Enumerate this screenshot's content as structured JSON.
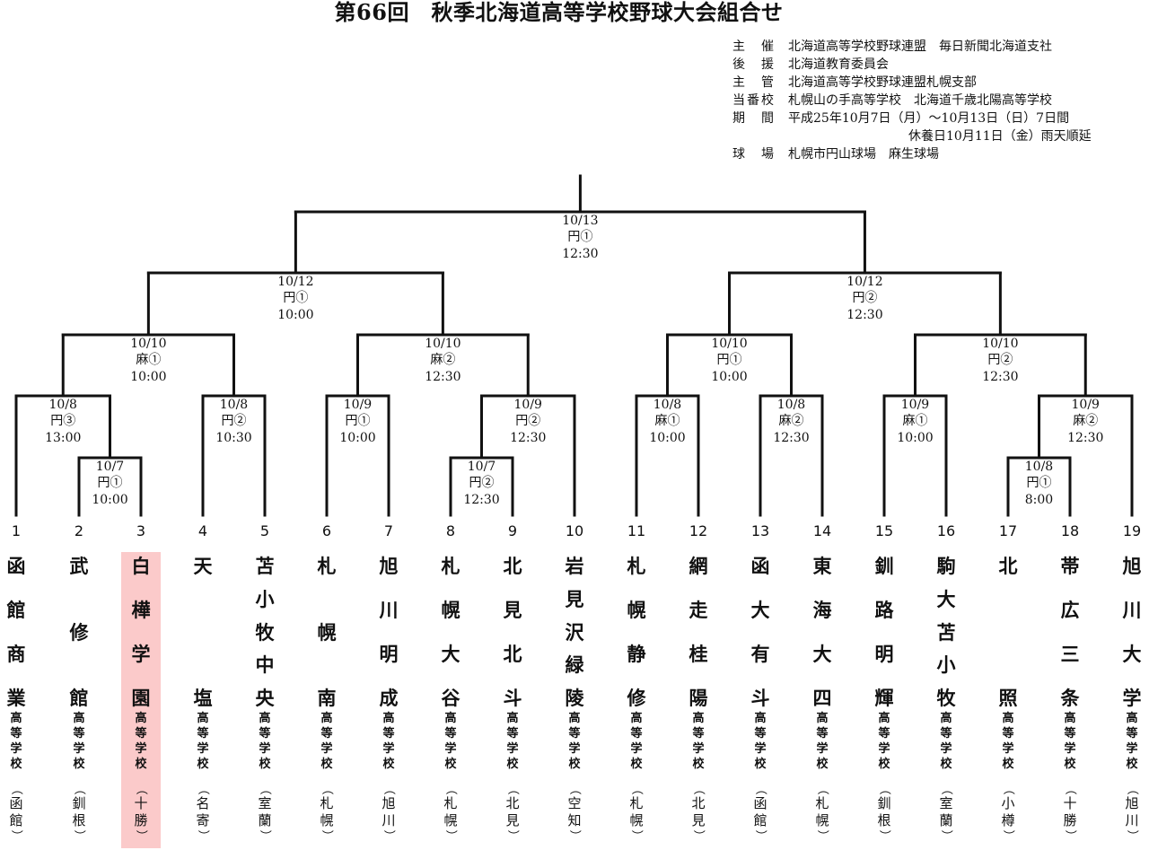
{
  "title": "第66回　秋季北海道高等学校野球大会組合せ",
  "info": [
    {
      "label": "主　催",
      "value": "北海道高等学校野球連盟　毎日新聞北海道支社"
    },
    {
      "label": "後　援",
      "value": "北海道教育委員会"
    },
    {
      "label": "主　管",
      "value": "北海道高等学校野球連盟札幌支部"
    },
    {
      "label": "当番校",
      "value": "札幌山の手高等学校　北海道千歳北陽高等学校"
    },
    {
      "label": "期　間",
      "value": "平成25年10月7日（月）〜10月13日（日）7日間"
    },
    {
      "label": "",
      "value": "休養日10月11日（金）雨天順延"
    },
    {
      "label": "球　場",
      "value": "札幌市円山球場　麻生球場"
    }
  ],
  "school_suffix": "高等学校",
  "schools": [
    {
      "num": "1",
      "name": "函館商業",
      "region": "函館"
    },
    {
      "num": "2",
      "name": "武修館",
      "region": "釧根"
    },
    {
      "num": "3",
      "name": "白樺学園",
      "region": "十勝",
      "highlight": true
    },
    {
      "num": "4",
      "name": "天塩",
      "region": "名寄"
    },
    {
      "num": "5",
      "name": "苫小牧中央",
      "region": "室蘭"
    },
    {
      "num": "6",
      "name": "札幌南",
      "region": "札幌"
    },
    {
      "num": "7",
      "name": "旭川明成",
      "region": "旭川"
    },
    {
      "num": "8",
      "name": "札幌大谷",
      "region": "札幌"
    },
    {
      "num": "9",
      "name": "北見北斗",
      "region": "北見"
    },
    {
      "num": "10",
      "name": "岩見沢緑陵",
      "region": "空知"
    },
    {
      "num": "11",
      "name": "札幌静修",
      "region": "札幌"
    },
    {
      "num": "12",
      "name": "網走桂陽",
      "region": "北見"
    },
    {
      "num": "13",
      "name": "函大有斗",
      "region": "函館"
    },
    {
      "num": "14",
      "name": "東海大四",
      "region": "札幌"
    },
    {
      "num": "15",
      "name": "釧路明輝",
      "region": "釧根"
    },
    {
      "num": "16",
      "name": "駒大苫小牧",
      "region": "室蘭"
    },
    {
      "num": "17",
      "name": "北照",
      "region": "小樽"
    },
    {
      "num": "18",
      "name": "帯広三条",
      "region": "十勝"
    },
    {
      "num": "19",
      "name": "旭川大学",
      "region": "旭川"
    }
  ],
  "games": [
    {
      "date": "10/7",
      "venue": "円①",
      "time": "10:00"
    },
    {
      "date": "10/7",
      "venue": "円②",
      "time": "12:30"
    },
    {
      "date": "10/8",
      "venue": "円①",
      "time": "8:00"
    },
    {
      "date": "10/8",
      "venue": "円③",
      "time": "13:00"
    },
    {
      "date": "10/8",
      "venue": "円②",
      "time": "10:30"
    },
    {
      "date": "10/9",
      "venue": "円①",
      "time": "10:00"
    },
    {
      "date": "10/9",
      "venue": "円②",
      "time": "12:30"
    },
    {
      "date": "10/8",
      "venue": "麻①",
      "time": "10:00"
    },
    {
      "date": "10/8",
      "venue": "麻②",
      "time": "12:30"
    },
    {
      "date": "10/9",
      "venue": "麻①",
      "time": "10:00"
    },
    {
      "date": "10/9",
      "venue": "麻②",
      "time": "12:30"
    },
    {
      "date": "10/10",
      "venue": "麻①",
      "time": "10:00"
    },
    {
      "date": "10/10",
      "venue": "麻②",
      "time": "12:30"
    },
    {
      "date": "10/10",
      "venue": "円①",
      "time": "10:00"
    },
    {
      "date": "10/10",
      "venue": "円②",
      "time": "12:30"
    },
    {
      "date": "10/12",
      "venue": "円①",
      "time": "10:00"
    },
    {
      "date": "10/12",
      "venue": "円②",
      "time": "12:30"
    },
    {
      "date": "10/13",
      "venue": "円①",
      "time": "12:30"
    }
  ]
}
